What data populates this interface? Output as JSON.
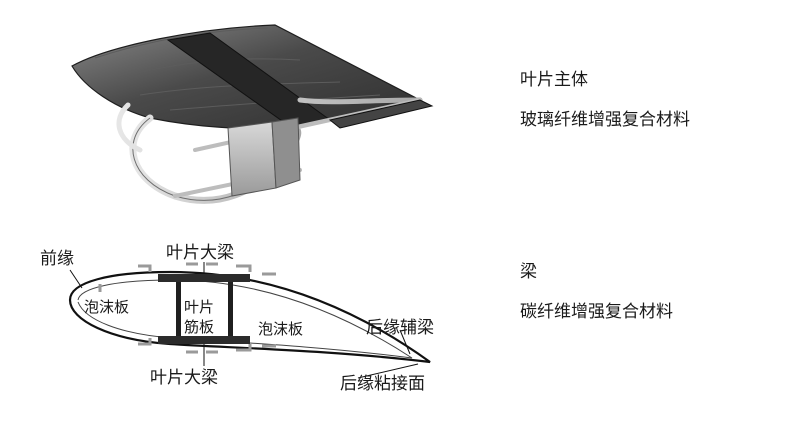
{
  "blade_view": {
    "body_title": "叶片主体",
    "body_material": "玻璃纤维增强复合材料"
  },
  "section_view": {
    "labels": {
      "leading_edge": "前缘",
      "spar_cap_top": "叶片大梁",
      "foam_left": "泡沫板",
      "shear_web_line1": "叶片",
      "shear_web_line2": "筋板",
      "foam_right": "泡沫板",
      "trailing_edge_spar": "后缘辅梁",
      "spar_cap_bottom": "叶片大梁",
      "trailing_edge_bond": "后缘粘接面"
    },
    "beam_title": "梁",
    "beam_material": "碳纤维增强复合材料"
  },
  "colors": {
    "shell_dark": "#3a3a3a",
    "shell_mid": "#6b6b6b",
    "frame_light": "#cfcfcf",
    "spar_dark": "#2b2b2b",
    "outline": "#111111"
  }
}
